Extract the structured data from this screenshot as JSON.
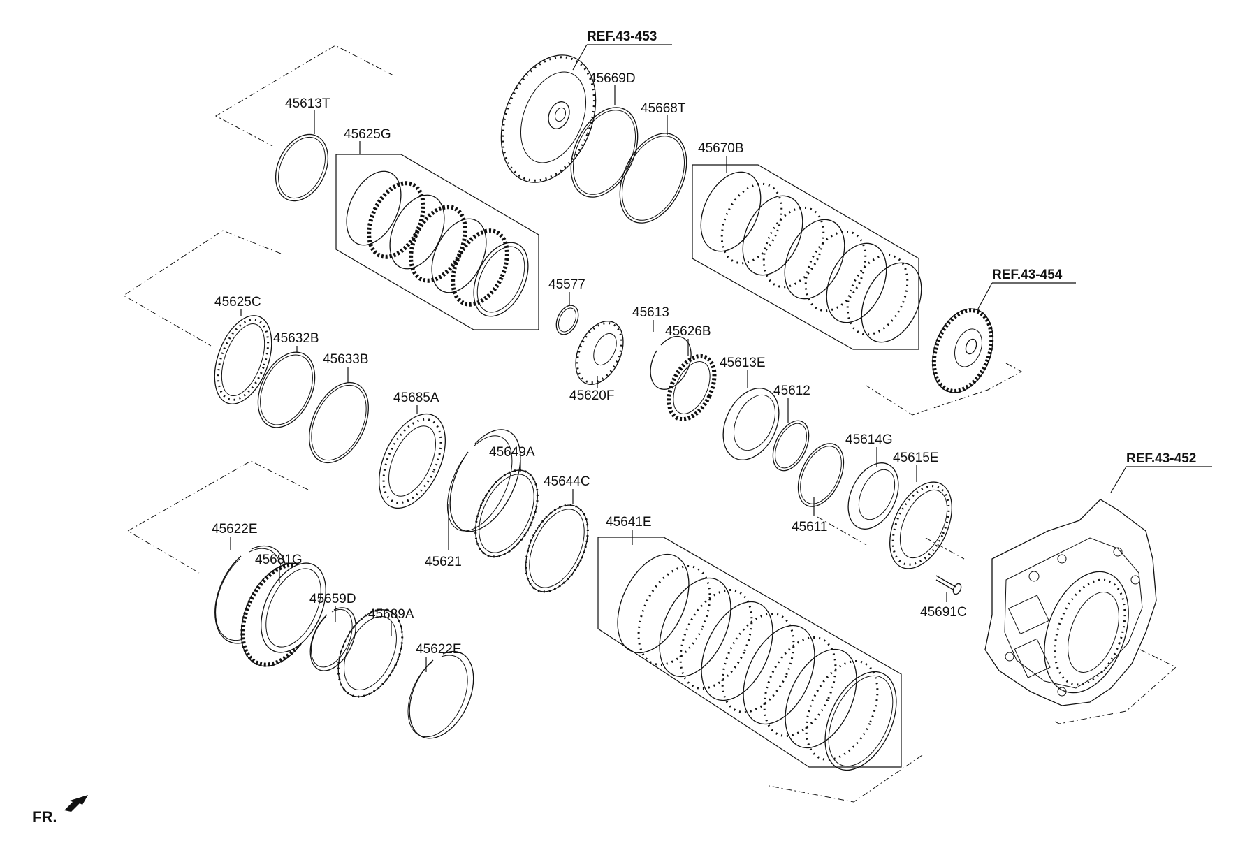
{
  "diagram": {
    "refs": [
      "REF.43-453",
      "REF.43-454",
      "REF.43-452"
    ],
    "parts": [
      "45613T",
      "45625G",
      "45669D",
      "45668T",
      "45670B",
      "45625C",
      "45632B",
      "45633B",
      "45577",
      "45613",
      "45626B",
      "45620F",
      "45613E",
      "45612",
      "45614G",
      "45615E",
      "45685A",
      "45649A",
      "45644C",
      "45621",
      "45611",
      "45622E",
      "45681G",
      "45659D",
      "45689A",
      "45622E",
      "45641E",
      "45691C"
    ],
    "front_label": "FR."
  }
}
